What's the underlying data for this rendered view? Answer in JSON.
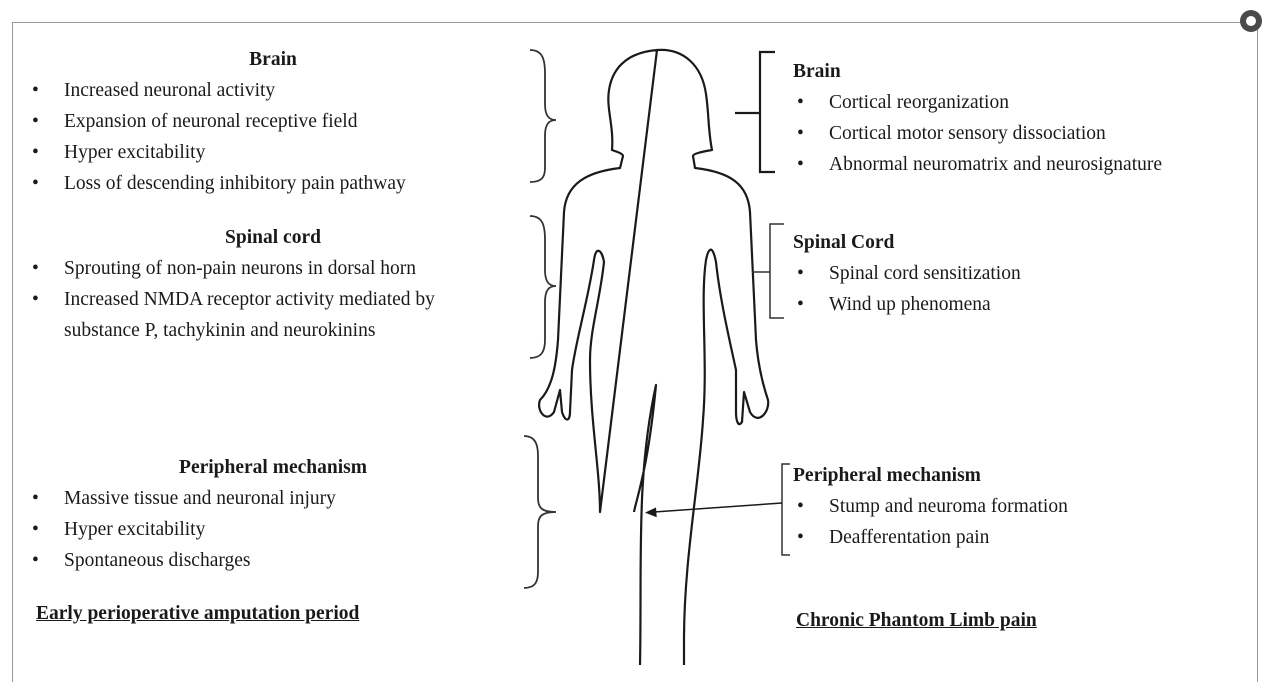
{
  "left": {
    "brain": {
      "heading": "Brain",
      "items": [
        "Increased neuronal activity",
        "Expansion of neuronal receptive field",
        "Hyper excitability",
        "Loss of descending inhibitory pain  pathway"
      ]
    },
    "spinal": {
      "heading": "Spinal cord",
      "items": [
        "Sprouting of non-pain neurons in dorsal horn",
        "Increased NMDA receptor activity mediated by"
      ],
      "continuation": "substance P, tachykinin and neurokinins"
    },
    "peripheral": {
      "heading": "Peripheral mechanism",
      "items": [
        "Massive tissue and neuronal injury",
        "Hyper excitability",
        "Spontaneous discharges"
      ]
    },
    "footer": "Early perioperative amputation period"
  },
  "right": {
    "brain": {
      "heading": "Brain",
      "items": [
        "Cortical reorganization",
        "Cortical motor sensory dissociation",
        "Abnormal neuromatrix and neurosignature"
      ]
    },
    "spinal": {
      "heading": "Spinal Cord",
      "items": [
        "Spinal cord sensitization",
        "Wind up phenomena"
      ]
    },
    "peripheral": {
      "heading": "Peripheral mechanism",
      "items": [
        "Stump and neuroma formation",
        "Deafferentation pain"
      ]
    },
    "footer": "Chronic Phantom Limb pain"
  }
}
